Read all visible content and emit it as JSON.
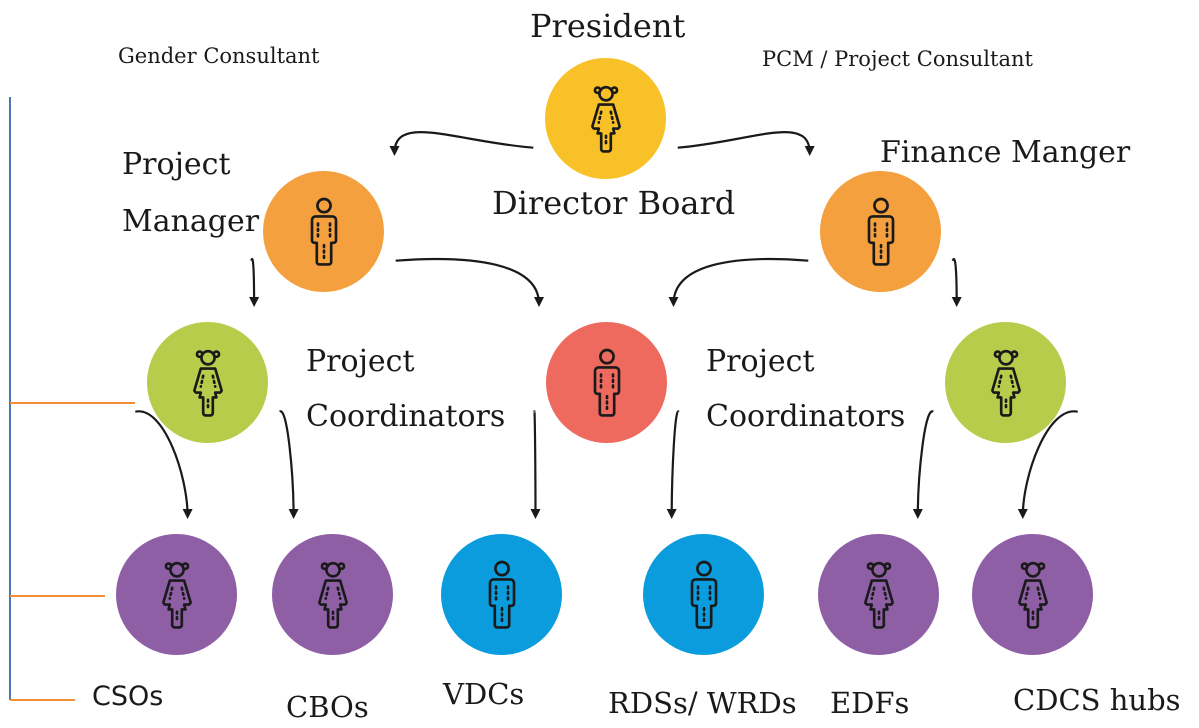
{
  "colors": {
    "gold": "#F7C127",
    "orange": "#F4A03E",
    "lime": "#B7CC4A",
    "red": "#EE6A5E",
    "purple": "#8F5FA6",
    "blue": "#0B9CDE",
    "sidebar_blue": "#4A78B8",
    "sidebar_orange": "#F08E3A"
  },
  "labels": {
    "president": "President",
    "gender_consultant": "Gender Consultant",
    "pcm_consultant": "PCM  / Project Consultant",
    "director_board": "Director Board",
    "project_manager_1": "Project",
    "project_manager_2": "Manager",
    "finance_manager": "Finance Manger",
    "coordinators_left_1": "Project",
    "coordinators_left_2": "Coordinators",
    "coordinators_right_1": "Project",
    "coordinators_right_2": "Coordinators",
    "csos": "CSOs",
    "cbos": "CBOs",
    "vdcs": "VDCs",
    "rdss_wrds": "RDSs/ WRDs",
    "edfs": "EDFs",
    "cdcs_hubs": "CDCS hubs"
  },
  "nodes": [
    {
      "id": "president",
      "color": "gold",
      "icon": "female-person-icon"
    },
    {
      "id": "project-manager",
      "color": "orange",
      "icon": "male-person-icon"
    },
    {
      "id": "finance-manager",
      "color": "orange",
      "icon": "male-person-icon"
    },
    {
      "id": "coordinator-left",
      "color": "lime",
      "icon": "female-person-icon"
    },
    {
      "id": "coordinator-center",
      "color": "red",
      "icon": "male-person-icon"
    },
    {
      "id": "coordinator-right",
      "color": "lime",
      "icon": "female-person-icon"
    },
    {
      "id": "csos",
      "color": "purple",
      "icon": "female-person-icon"
    },
    {
      "id": "cbos",
      "color": "purple",
      "icon": "female-person-icon"
    },
    {
      "id": "vdcs",
      "color": "blue",
      "icon": "male-person-icon"
    },
    {
      "id": "rdss",
      "color": "blue",
      "icon": "male-person-icon"
    },
    {
      "id": "edfs",
      "color": "purple",
      "icon": "female-person-icon"
    },
    {
      "id": "cdcs",
      "color": "purple",
      "icon": "female-person-icon"
    }
  ],
  "edges": [
    [
      "president",
      "project-manager"
    ],
    [
      "president",
      "finance-manager"
    ],
    [
      "project-manager",
      "coordinator-left"
    ],
    [
      "project-manager",
      "coordinator-center"
    ],
    [
      "finance-manager",
      "coordinator-center"
    ],
    [
      "finance-manager",
      "coordinator-right"
    ],
    [
      "coordinator-left",
      "csos"
    ],
    [
      "coordinator-left",
      "cbos"
    ],
    [
      "coordinator-center",
      "vdcs"
    ],
    [
      "coordinator-center",
      "rdss"
    ],
    [
      "coordinator-right",
      "edfs"
    ],
    [
      "coordinator-right",
      "cdcs"
    ]
  ]
}
